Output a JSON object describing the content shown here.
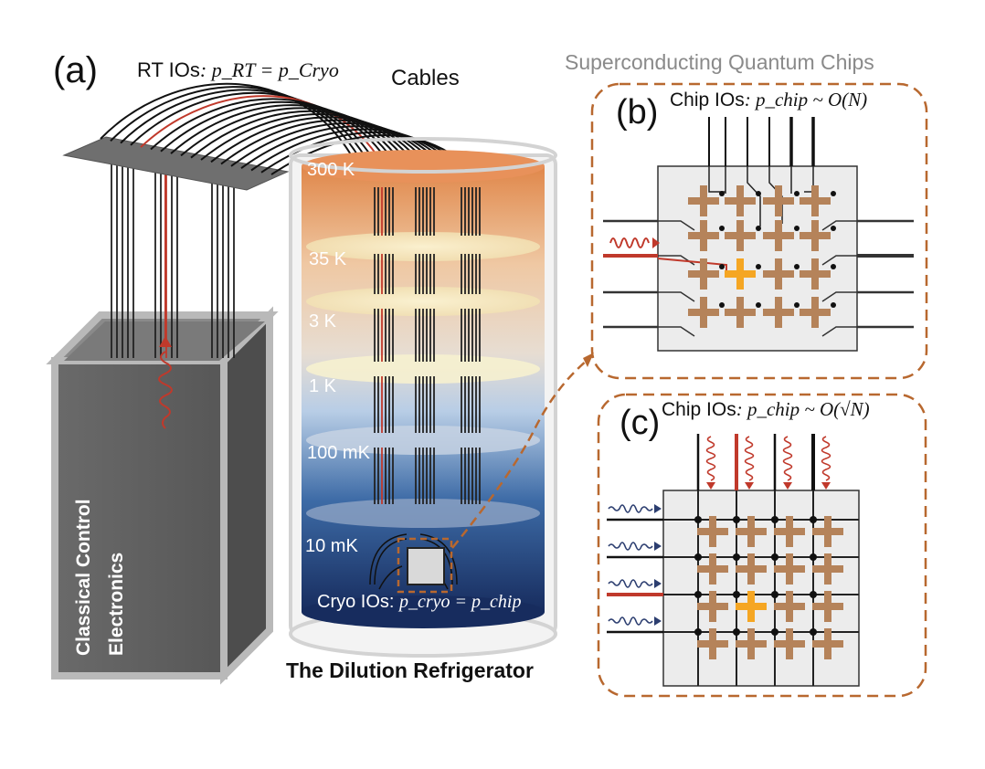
{
  "panel_a": {
    "label": "(a)",
    "rt_ios_prefix": "RT IOs",
    "rt_ios_formula": ": p_RT = p_Cryo",
    "cables_label": "Cables",
    "electronics_line1": "Classical Control",
    "electronics_line2": "Electronics",
    "fridge_title": "The Dilution Refrigerator",
    "cryo_ios_prefix": "Cryo IOs: ",
    "cryo_ios_formula": "p_cryo = p_chip",
    "stages": [
      "300 K",
      "35 K",
      "3 K",
      "1 K",
      "100 mK",
      "10 mK"
    ]
  },
  "chips_title": "Superconducting Quantum Chips",
  "panel_b": {
    "label": "(b)",
    "ios_prefix": "Chip IOs",
    "ios_formula": ": p_chip ~ O(N)"
  },
  "panel_c": {
    "label": "(c)",
    "ios_prefix": "Chip IOs",
    "ios_formula": ": p_chip ~ O(√N)"
  },
  "colors": {
    "chip_border": "#b8682f",
    "qubit": "#b5835a",
    "highlight_qubit": "#f5a623",
    "signal_red": "#c0392b",
    "signal_blue": "#2c3e70",
    "fridge_top": "#e08a4a",
    "fridge_bottom": "#1b3468"
  }
}
